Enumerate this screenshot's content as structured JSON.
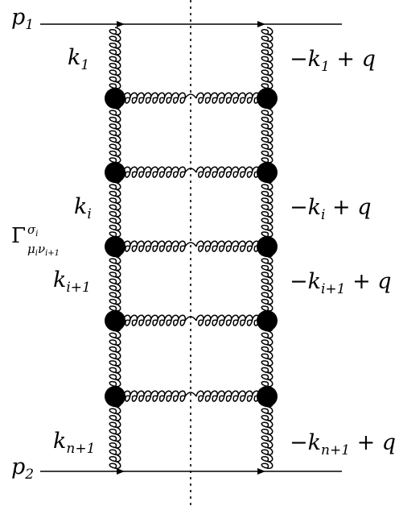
{
  "labels": {
    "p1": {
      "main": "p",
      "sub": "1"
    },
    "p2": {
      "main": "p",
      "sub": "2"
    },
    "k1": {
      "main": "k",
      "sub": "1"
    },
    "ki": {
      "main": "k",
      "sub": "i"
    },
    "ki1": {
      "main": "k",
      "sub": "i+1"
    },
    "kn1": {
      "main": "k",
      "sub": "n+1"
    },
    "rk1": {
      "sign": "−",
      "main": "k",
      "sub": "1",
      "rest": " + q"
    },
    "rki": {
      "sign": "−",
      "main": "k",
      "sub": "i",
      "rest": " + q"
    },
    "rki1": {
      "sign": "−",
      "main": "k",
      "sub": "i+1",
      "rest": " + q"
    },
    "rkn1": {
      "sign": "−",
      "main": "k",
      "sub": "n+1",
      "rest": " + q"
    },
    "gamma": {
      "symbol": "Γ",
      "sup": "σ",
      "sup_sub": "i",
      "low1": "μ",
      "low1_sub": "i",
      "low2": "ν",
      "low2_sub": "i+1"
    }
  },
  "colors": {
    "ink": "#000000",
    "background": "#ffffff"
  }
}
